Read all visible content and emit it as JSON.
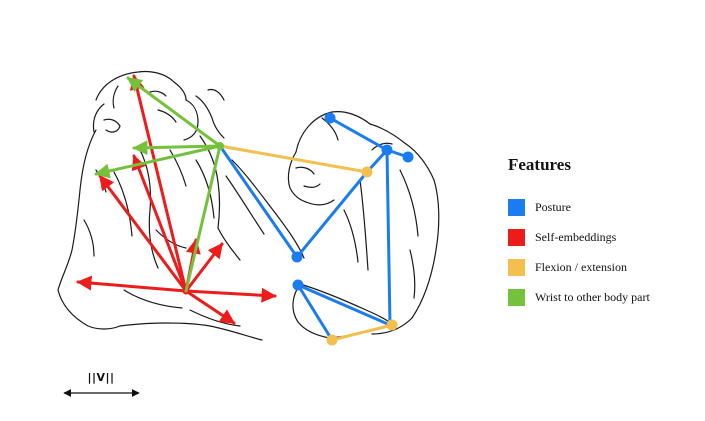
{
  "legend": {
    "title": "Features",
    "items": [
      {
        "label": "Posture",
        "color": "#1a7cf0"
      },
      {
        "label": "Self-embeddings",
        "color": "#ee1b1b"
      },
      {
        "label": "Flexion / extension",
        "color": "#f3bf4e"
      },
      {
        "label": "Wrist to other body part",
        "color": "#74c23b"
      }
    ]
  },
  "scale_bar": {
    "label": "||V||"
  },
  "colors": {
    "posture": "#1a7cf0",
    "self_embeddings": "#ee1b1b",
    "flexion_extension": "#f3bf4e",
    "wrist_to_body": "#74c23b",
    "outline": "#1a1a1a"
  }
}
